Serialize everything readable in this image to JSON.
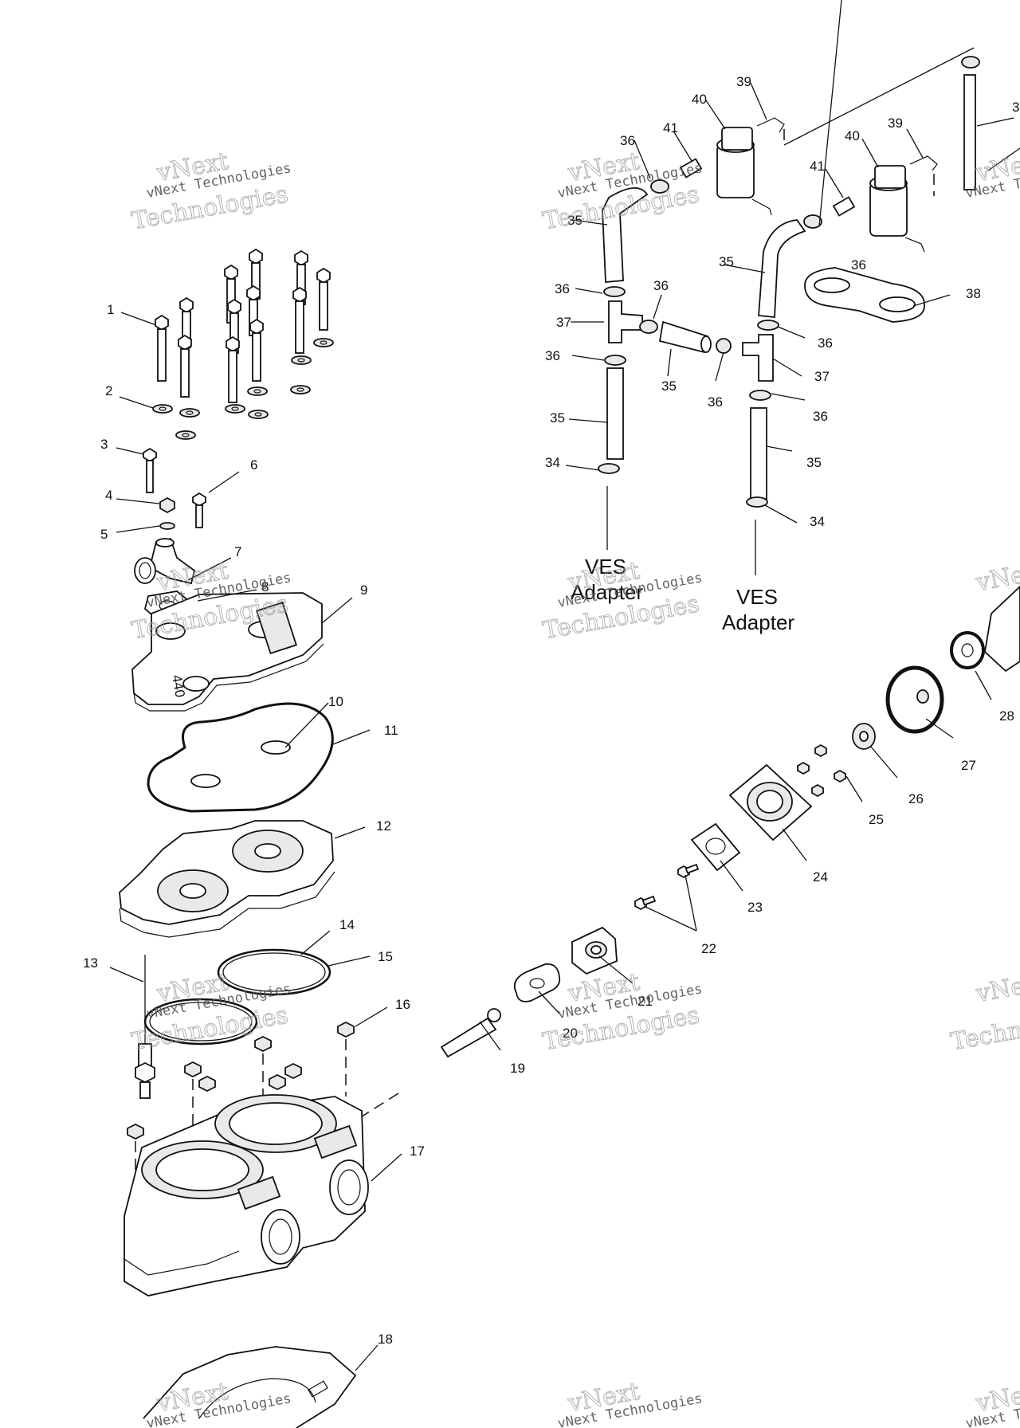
{
  "watermark": {
    "line1": "vNext Technologies",
    "line2": "Technologies",
    "line3": "vNext"
  },
  "callouts": [
    {
      "id": "c1",
      "text": "1"
    },
    {
      "id": "c2",
      "text": "2"
    },
    {
      "id": "c3",
      "text": "3"
    },
    {
      "id": "c4",
      "text": "4"
    },
    {
      "id": "c5",
      "text": "5"
    },
    {
      "id": "c6",
      "text": "6"
    },
    {
      "id": "c7",
      "text": "7"
    },
    {
      "id": "c8",
      "text": "8"
    },
    {
      "id": "c9",
      "text": "9"
    },
    {
      "id": "c10",
      "text": "10"
    },
    {
      "id": "c11",
      "text": "11"
    },
    {
      "id": "c12",
      "text": "12"
    },
    {
      "id": "c13",
      "text": "13"
    },
    {
      "id": "c14",
      "text": "14"
    },
    {
      "id": "c15",
      "text": "15"
    },
    {
      "id": "c16",
      "text": "16"
    },
    {
      "id": "c17",
      "text": "17"
    },
    {
      "id": "c18",
      "text": "18"
    },
    {
      "id": "c19",
      "text": "19"
    },
    {
      "id": "c20",
      "text": "20"
    },
    {
      "id": "c21",
      "text": "21"
    },
    {
      "id": "c22",
      "text": "22"
    },
    {
      "id": "c23",
      "text": "23"
    },
    {
      "id": "c24",
      "text": "24"
    },
    {
      "id": "c25",
      "text": "25"
    },
    {
      "id": "c26",
      "text": "26"
    },
    {
      "id": "c27",
      "text": "27"
    },
    {
      "id": "c28",
      "text": "28"
    },
    {
      "id": "c34a",
      "text": "34"
    },
    {
      "id": "c34b",
      "text": "34"
    },
    {
      "id": "c35a",
      "text": "35"
    },
    {
      "id": "c35b",
      "text": "35"
    },
    {
      "id": "c35c",
      "text": "35"
    },
    {
      "id": "c35d",
      "text": "35"
    },
    {
      "id": "c35e",
      "text": "35"
    },
    {
      "id": "c36a",
      "text": "36"
    },
    {
      "id": "c36b",
      "text": "36"
    },
    {
      "id": "c36c",
      "text": "36"
    },
    {
      "id": "c36d",
      "text": "36"
    },
    {
      "id": "c36e",
      "text": "36"
    },
    {
      "id": "c36f",
      "text": "36"
    },
    {
      "id": "c36g",
      "text": "36"
    },
    {
      "id": "c36h",
      "text": "36"
    },
    {
      "id": "c37a",
      "text": "37"
    },
    {
      "id": "c37b",
      "text": "37"
    },
    {
      "id": "c38",
      "text": "38"
    },
    {
      "id": "c39a",
      "text": "39"
    },
    {
      "id": "c39b",
      "text": "39"
    },
    {
      "id": "c40a",
      "text": "40"
    },
    {
      "id": "c40b",
      "text": "40"
    },
    {
      "id": "c41a",
      "text": "41"
    },
    {
      "id": "c41b",
      "text": "41"
    },
    {
      "id": "c3x",
      "text": "3"
    }
  ],
  "ves_adapter_left": {
    "line1": "VES",
    "line2": "Adapter"
  },
  "ves_adapter_right": {
    "line1": "VES",
    "line2": "Adapter"
  },
  "head_marking": {
    "text": "440"
  }
}
